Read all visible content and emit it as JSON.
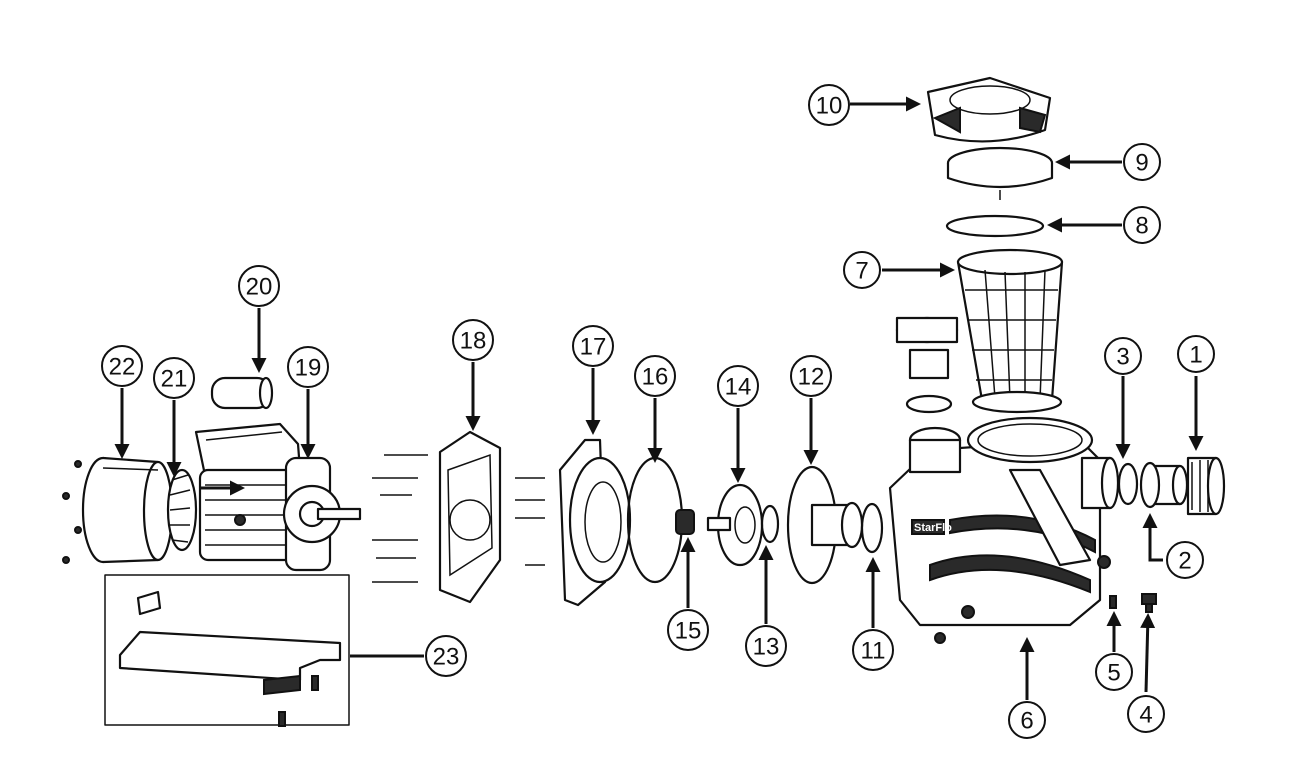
{
  "diagram": {
    "brand_text": "StarFlo",
    "callouts": [
      "1",
      "2",
      "3",
      "4",
      "5",
      "6",
      "7",
      "8",
      "9",
      "10",
      "11",
      "12",
      "13",
      "14",
      "15",
      "16",
      "17",
      "18",
      "19",
      "20",
      "21",
      "22",
      "23"
    ]
  }
}
